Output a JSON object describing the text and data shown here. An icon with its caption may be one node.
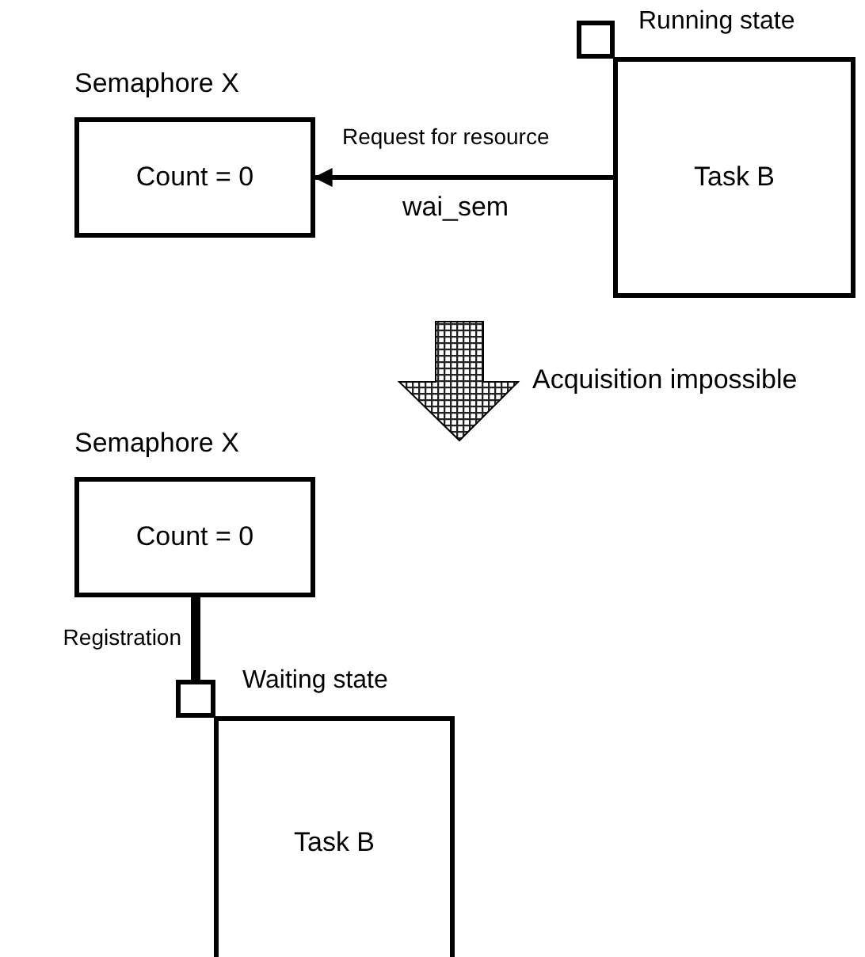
{
  "diagram": {
    "nodes": [
      {
        "text": [
          "Semaphore X",
          "Count = 0"
        ]
      },
      {
        "text": [],
        "shape": "box",
        "beside": [
          "Running state"
        ]
      },
      {
        "text": [
          "Task B"
        ]
      },
      {
        "text": [
          "Semaphore X",
          "Count = 0"
        ]
      },
      {
        "text": [],
        "shape": "box",
        "beside": [
          "Waiting state"
        ]
      },
      {
        "text": [
          "Task B"
        ]
      }
    ],
    "edges": [
      {
        "from": 2,
        "to": 0,
        "arrow": "to",
        "label": "Request for resource"
      },
      {
        "from": 3,
        "to": 4,
        "arrow": "none",
        "style": "thick",
        "label": "Registration"
      }
    ],
    "labels": [
      "wai_sem",
      "Acquisition impossible"
    ]
  }
}
